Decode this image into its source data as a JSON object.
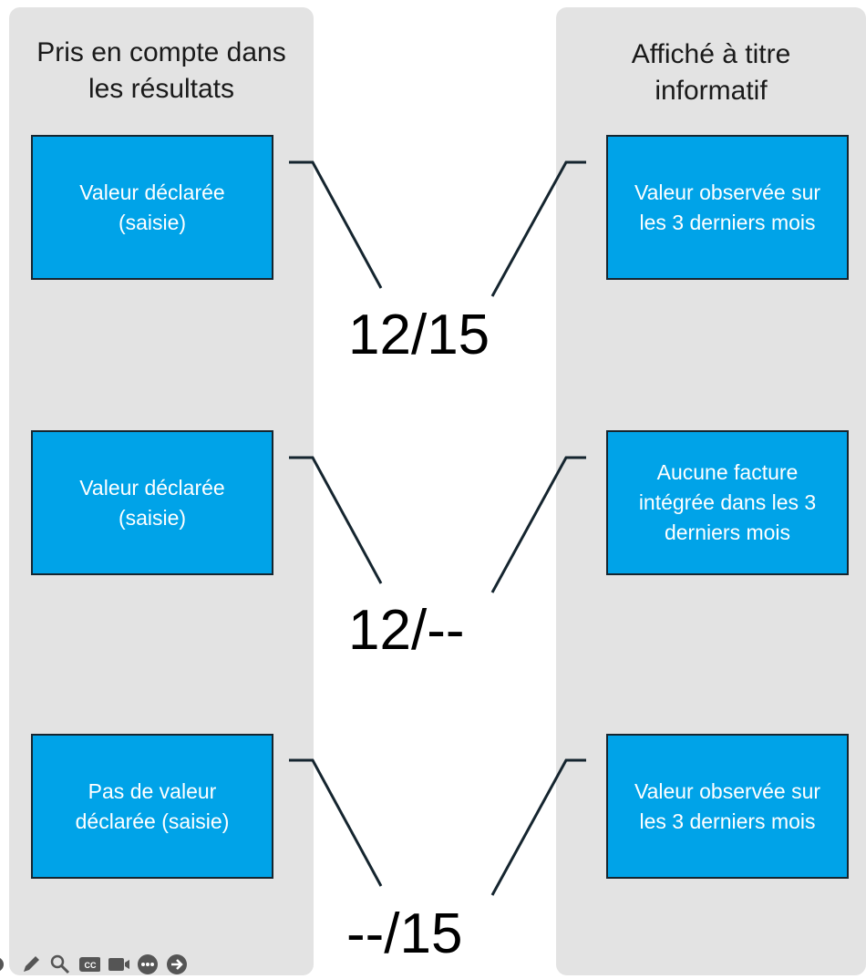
{
  "columns": {
    "left_title": "Pris en compte dans\nles résultats",
    "right_title": "Affiché à titre\ninformatif"
  },
  "rows": [
    {
      "left_box": "Valeur déclarée\n(saisie)",
      "right_box": "Valeur observée sur\nles 3 derniers mois",
      "ratio": "12/15"
    },
    {
      "left_box": "Valeur déclarée\n(saisie)",
      "right_box": "Aucune facture\nintégrée dans les 3\nderniers mois",
      "ratio": "12/--"
    },
    {
      "left_box": "Pas de valeur\ndéclarée (saisie)",
      "right_box": "Valeur observée sur\nles 3 derniers mois",
      "ratio": "--/15"
    }
  ],
  "colors": {
    "box_fill": "#00a3e8",
    "box_border": "#15252f",
    "column_bg": "#e3e3e3",
    "connector": "#15252f"
  },
  "toolbar": {
    "icons": [
      "pen-icon",
      "magnifier-icon",
      "closed-captions-icon",
      "video-camera-icon",
      "more-options-icon",
      "next-arrow-icon"
    ]
  }
}
